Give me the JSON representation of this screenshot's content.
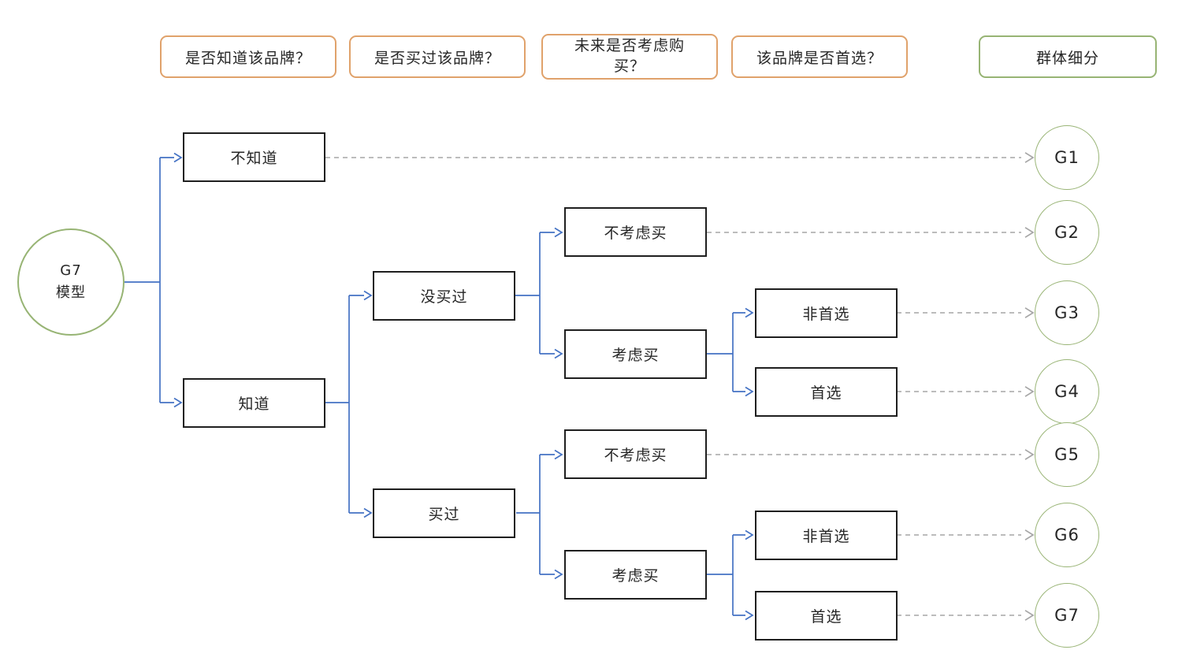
{
  "columns": [
    {
      "label": "是否知道该品牌？"
    },
    {
      "label": "是否买过该品牌？"
    },
    {
      "label": "未来是否考虑购\n买？"
    },
    {
      "label": "该品牌是否首选？"
    },
    {
      "label": "群体细分"
    }
  ],
  "root": {
    "label": "G7\n模型"
  },
  "nodes": {
    "unaware": "不知道",
    "aware": "知道",
    "not_bought": "没买过",
    "bought": "买过",
    "no_consider_top": "不考虑买",
    "consider_top": "考虑买",
    "not_first_top": "非首选",
    "first_top": "首选",
    "no_consider_bottom": "不考虑买",
    "consider_bottom": "考虑买",
    "not_first_bottom": "非首选",
    "first_bottom": "首选"
  },
  "groups": [
    "G1",
    "G2",
    "G3",
    "G4",
    "G5",
    "G6",
    "G7"
  ],
  "colors": {
    "question_header_border": "#E0A26B",
    "result_header_border": "#97B474",
    "node_border": "#1F1F1F",
    "connector_blue": "#4472C4",
    "dashed_gray": "#A6A6A6",
    "text": "#262626"
  }
}
